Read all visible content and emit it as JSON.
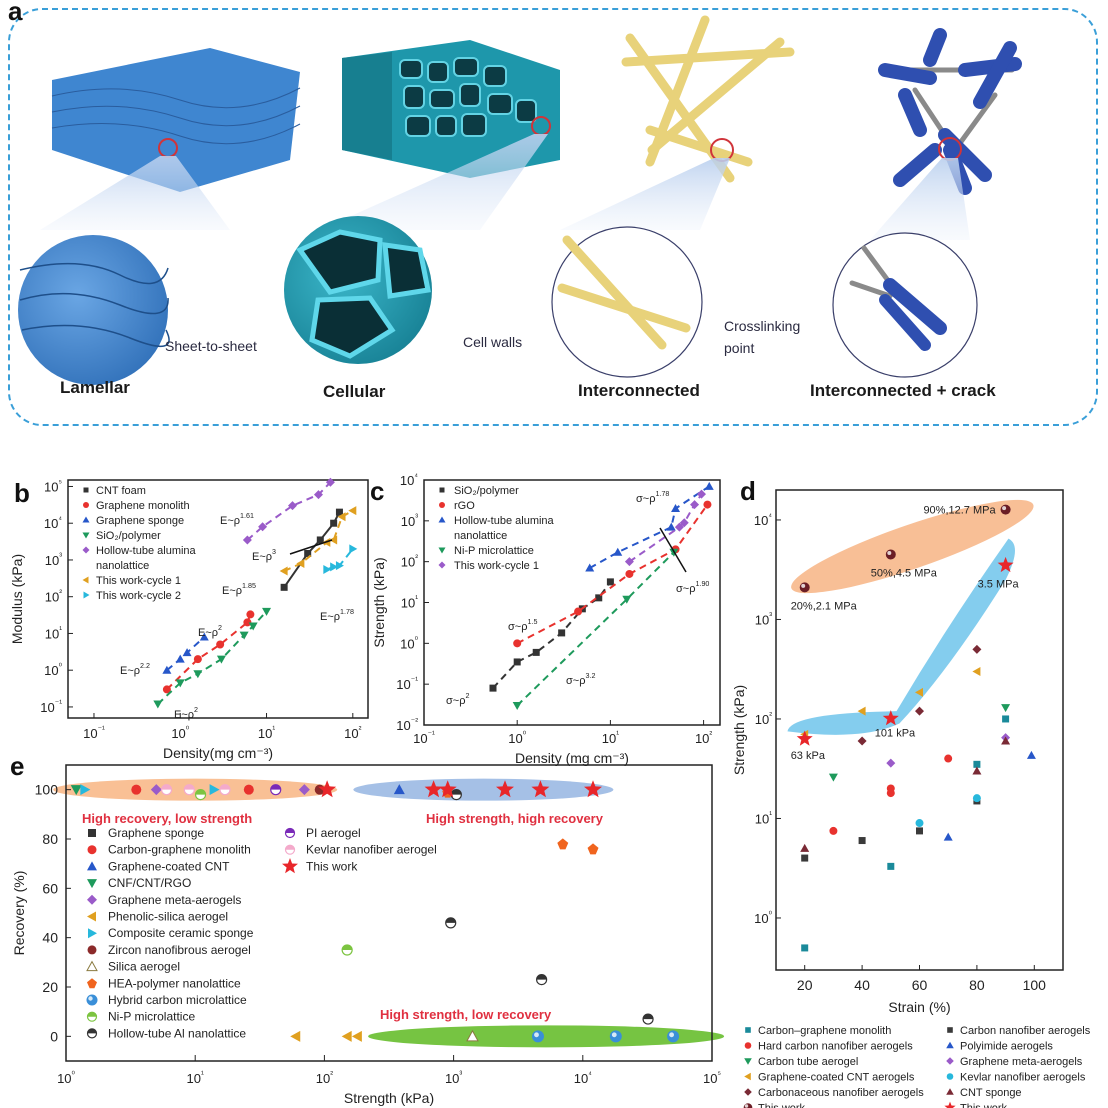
{
  "panel_a": {
    "letter": "a",
    "structures": [
      {
        "title": "Lamellar",
        "annotation": "Sheet-to-sheet",
        "color": "#3f86d0"
      },
      {
        "title": "Cellular",
        "annotation": "Cell walls",
        "color": "#2aa3b8"
      },
      {
        "title": "Interconnected",
        "annotation_line1": "Crosslinking",
        "annotation_line2": "point",
        "color": "#e8d27a"
      },
      {
        "title": "Interconnected + crack",
        "annotation": "",
        "color": "#2f4fb0"
      }
    ],
    "border_color": "#3a9fd8"
  },
  "chart_data": [
    {
      "id": "b",
      "type": "scatter",
      "title": "",
      "xlabel": "Density(mg cm⁻³)",
      "ylabel": "Modulus (kPa)",
      "xscale": "log",
      "yscale": "log",
      "xlim": [
        0.05,
        150
      ],
      "ylim": [
        0.05,
        150000
      ],
      "xticks": [
        "10⁻¹",
        "10⁰",
        "10¹",
        "10²"
      ],
      "yticks": [
        "10⁻¹",
        "10⁰",
        "10¹",
        "10²",
        "10³",
        "10⁴",
        "10⁵"
      ],
      "legend": [
        "CNT foam",
        "Graphene monolith",
        "Graphene sponge",
        "SiO₂/polymer",
        "Hollow-tube alumina nanolattice",
        "This work-cycle 1",
        "This work-cycle 2"
      ],
      "series": [
        {
          "name": "CNT foam",
          "color": "#333333",
          "marker": "square",
          "x": [
            16,
            30,
            42,
            60,
            70
          ],
          "y": [
            180,
            1500,
            3500,
            10000,
            20000
          ]
        },
        {
          "name": "Graphene monolith",
          "color": "#e8322e",
          "marker": "circle",
          "x": [
            0.7,
            1.6,
            2.9,
            6,
            6.5
          ],
          "y": [
            0.3,
            2,
            5,
            20,
            33
          ]
        },
        {
          "name": "Graphene sponge",
          "color": "#2757c9",
          "marker": "triangle-up",
          "x": [
            0.7,
            1,
            1.2,
            1.9
          ],
          "y": [
            1,
            2,
            3,
            8
          ]
        },
        {
          "name": "SiO₂/polymer",
          "color": "#1e9a5c",
          "marker": "triangle-down",
          "x": [
            0.55,
            1,
            1.6,
            3,
            5.5,
            7,
            10
          ],
          "y": [
            0.12,
            0.45,
            0.8,
            2,
            9,
            16,
            40
          ]
        },
        {
          "name": "Hollow-tube alumina nanolattice",
          "color": "#9a5bc9",
          "marker": "diamond",
          "x": [
            6,
            9,
            20,
            40,
            55
          ],
          "y": [
            3500,
            8000,
            30000,
            60000,
            130000
          ]
        },
        {
          "name": "This work-cycle 1",
          "color": "#e0a020",
          "marker": "triangle-left",
          "x": [
            16,
            25,
            50,
            60,
            75,
            100
          ],
          "y": [
            500,
            800,
            3000,
            3500,
            15000,
            22000
          ]
        },
        {
          "name": "This work-cycle 2",
          "color": "#27b8dc",
          "marker": "triangle-right",
          "x": [
            50,
            60,
            70,
            100
          ],
          "y": [
            550,
            650,
            700,
            2000
          ]
        }
      ],
      "annotations": [
        "E~ρ¹·⁶¹",
        "E~ρ³",
        "E~ρ¹·⁸⁵",
        "E~ρ¹·⁷⁸",
        "E~ρ²",
        "E~ρ²·²",
        "E~ρ²"
      ]
    },
    {
      "id": "c",
      "type": "scatter",
      "title": "",
      "xlabel": "Density (mg cm⁻³)",
      "ylabel": "Strength (kPa)",
      "xscale": "log",
      "yscale": "log",
      "xlim": [
        0.1,
        150
      ],
      "ylim": [
        0.01,
        10000
      ],
      "xticks": [
        "10⁻¹",
        "10⁰",
        "10¹",
        "10²"
      ],
      "yticks": [
        "10⁻²",
        "10⁻¹",
        "10⁰",
        "10¹",
        "10²",
        "10³",
        "10⁴"
      ],
      "legend": [
        "SiO₂/polymer",
        "rGO",
        "Hollow-tube alumina nanolattice",
        "Ni-P microlattice",
        "This work-cycle 1"
      ],
      "series": [
        {
          "name": "SiO₂/polymer",
          "color": "#333333",
          "marker": "square",
          "x": [
            0.55,
            1,
            1.6,
            3,
            5,
            7.5,
            10
          ],
          "y": [
            0.08,
            0.35,
            0.6,
            1.8,
            7,
            13,
            32
          ]
        },
        {
          "name": "rGO",
          "color": "#e8322e",
          "marker": "circle",
          "x": [
            1,
            4.5,
            16,
            50,
            110
          ],
          "y": [
            1,
            6,
            50,
            200,
            2500
          ]
        },
        {
          "name": "Hollow-tube alumina nanolattice",
          "color": "#2757c9",
          "marker": "triangle-up",
          "x": [
            6,
            12,
            45,
            50,
            115
          ],
          "y": [
            70,
            170,
            700,
            2000,
            7000
          ]
        },
        {
          "name": "Ni-P microlattice",
          "color": "#1e9a5c",
          "marker": "triangle-down",
          "x": [
            1,
            15,
            48
          ],
          "y": [
            0.03,
            12,
            170
          ]
        },
        {
          "name": "This work-cycle 1",
          "color": "#9a5bc9",
          "marker": "diamond",
          "x": [
            16,
            55,
            62,
            80,
            95
          ],
          "y": [
            100,
            700,
            900,
            2500,
            4500
          ]
        }
      ],
      "annotations": [
        "σ~ρ¹·⁷⁸",
        "σ~ρ¹·⁹⁰",
        "σ~ρ¹·⁵",
        "σ~ρ³·²",
        "σ~ρ²"
      ]
    },
    {
      "id": "d",
      "type": "scatter",
      "title": "",
      "xlabel": "Strain (%)",
      "ylabel": "Strength (kPa)",
      "xscale": "linear",
      "yscale": "log",
      "xlim": [
        10,
        110
      ],
      "ylim": [
        0.3,
        20000
      ],
      "xticks": [
        "20",
        "40",
        "60",
        "80",
        "100"
      ],
      "yticks": [
        "10⁰",
        "10¹",
        "10²",
        "10³",
        "10⁴"
      ],
      "legend": [
        "Carbon–graphene monolith",
        "Carbon nanofiber aerogels",
        "Hard carbon nanofiber aerogels",
        "Polyimide aerogels",
        "Carbon tube aerogel",
        "Graphene meta-aerogels",
        "Graphene-coated CNT aerogels",
        "Kevlar nanofiber aerogels",
        "Carbonaceous nanofiber aerogels",
        "CNT sponge",
        "This work",
        "This work"
      ],
      "series": [
        {
          "name": "Carbon–graphene monolith",
          "color": "#1a8a9a",
          "marker": "square",
          "x": [
            20,
            50,
            80,
            90
          ],
          "y": [
            0.5,
            3.3,
            35,
            100
          ]
        },
        {
          "name": "Carbon nanofiber aerogels",
          "color": "#3a3a3a",
          "marker": "square",
          "x": [
            20,
            40,
            60,
            80
          ],
          "y": [
            4,
            6,
            7.5,
            15
          ]
        },
        {
          "name": "Hard carbon nanofiber aerogels",
          "color": "#e8322e",
          "marker": "circle",
          "x": [
            30,
            50,
            50,
            70
          ],
          "y": [
            7.5,
            18,
            20,
            40
          ]
        },
        {
          "name": "Polyimide aerogels",
          "color": "#2757c9",
          "marker": "triangle-up",
          "x": [
            70,
            99
          ],
          "y": [
            6.5,
            43
          ]
        },
        {
          "name": "Carbon tube aerogel",
          "color": "#1e9a5c",
          "marker": "triangle-down",
          "x": [
            30,
            90
          ],
          "y": [
            26,
            130
          ]
        },
        {
          "name": "Graphene meta-aerogels",
          "color": "#9a5bc9",
          "marker": "diamond",
          "x": [
            50,
            90
          ],
          "y": [
            36,
            65
          ]
        },
        {
          "name": "Graphene-coated CNT aerogels",
          "color": "#e0a020",
          "marker": "triangle-left",
          "x": [
            20,
            40,
            60,
            80
          ],
          "y": [
            70,
            120,
            185,
            300
          ]
        },
        {
          "name": "Kevlar nanofiber aerogels",
          "color": "#27b8dc",
          "marker": "circle",
          "x": [
            60,
            80
          ],
          "y": [
            9,
            16
          ]
        },
        {
          "name": "Carbonaceous nanofiber aerogels",
          "color": "#7a2a35",
          "marker": "diamond",
          "x": [
            40,
            60,
            80
          ],
          "y": [
            60,
            120,
            500
          ]
        },
        {
          "name": "CNT sponge",
          "color": "#7a2a35",
          "marker": "triangle-up",
          "x": [
            20,
            80,
            90
          ],
          "y": [
            5,
            30,
            60
          ]
        },
        {
          "name": "This work (sphere)",
          "color": "#6b1e26",
          "marker": "sphere",
          "x": [
            20,
            50,
            90
          ],
          "y": [
            2100,
            4500,
            12700
          ]
        },
        {
          "name": "This work (star)",
          "color": "#e8262a",
          "marker": "star",
          "x": [
            20,
            50,
            90
          ],
          "y": [
            63,
            101,
            3500
          ]
        }
      ],
      "annotations": [
        "90%,12.7 MPa",
        "50%,4.5 MPa",
        "20%,2.1 MPa",
        "3.5 MPa",
        "101 kPa",
        "63 kPa"
      ]
    },
    {
      "id": "e",
      "type": "scatter",
      "title": "",
      "xlabel": "Strength (kPa)",
      "ylabel": "Recovery (%)",
      "xscale": "log",
      "yscale": "linear",
      "xlim": [
        1,
        100000
      ],
      "ylim": [
        -10,
        110
      ],
      "xticks": [
        "10⁰",
        "10¹",
        "10²",
        "10³",
        "10⁴",
        "10⁵"
      ],
      "yticks": [
        "0",
        "20",
        "40",
        "60",
        "80",
        "100"
      ],
      "legend": [
        "Graphene sponge",
        "Carbon-graphene monolith",
        "Graphene-coated CNT",
        "CNF/CNT/RGO",
        "Graphene meta-aerogels",
        "Phenolic-silica aerogel",
        "Composite ceramic sponge",
        "Zircon nanofibrous aerogel",
        "Silica aerogel",
        "HEA-polymer nanolattice",
        "Hybrid carbon microlattice",
        "Ni-P microlattice",
        "Hollow-tube Al nanolattice",
        "PI aerogel",
        "Kevlar nanofiber aerogel",
        "This work"
      ],
      "series": [
        {
          "name": "Graphene sponge",
          "color": "#333333",
          "marker": "square",
          "x": [],
          "y": []
        },
        {
          "name": "Carbon-graphene monolith",
          "color": "#e8322e",
          "marker": "circle",
          "x": [
            3.5,
            26
          ],
          "y": [
            100,
            100
          ]
        },
        {
          "name": "Graphene-coated CNT",
          "color": "#2757c9",
          "marker": "triangle-up",
          "x": [
            380
          ],
          "y": [
            100
          ]
        },
        {
          "name": "CNF/CNT/RGO",
          "color": "#1e9a5c",
          "marker": "triangle-down",
          "x": [
            1.2
          ],
          "y": [
            100
          ]
        },
        {
          "name": "Graphene meta-aerogels",
          "color": "#9a5bc9",
          "marker": "diamond",
          "x": [
            5,
            70
          ],
          "y": [
            100,
            100
          ]
        },
        {
          "name": "Phenolic-silica aerogel",
          "color": "#e0a020",
          "marker": "triangle-left",
          "x": [
            60,
            150,
            180
          ],
          "y": [
            0,
            0,
            0
          ]
        },
        {
          "name": "Composite ceramic sponge",
          "color": "#27b8dc",
          "marker": "triangle-right",
          "x": [
            1.4,
            14
          ],
          "y": [
            100,
            100
          ]
        },
        {
          "name": "Zircon nanofibrous aerogel",
          "color": "#8b2a2a",
          "marker": "circle",
          "x": [
            92
          ],
          "y": [
            100
          ]
        },
        {
          "name": "Silica aerogel",
          "color": "#ffffff",
          "marker": "triangle-up-open",
          "x": [
            1400
          ],
          "y": [
            0
          ]
        },
        {
          "name": "HEA-polymer nanolattice",
          "color": "#f0641e",
          "marker": "pentagon",
          "x": [
            900,
            7000,
            12000
          ],
          "y": [
            99,
            78,
            76
          ]
        },
        {
          "name": "Hybrid carbon microlattice",
          "color": "#3a8fd8",
          "marker": "sphere",
          "x": [
            4500,
            18000,
            50000
          ],
          "y": [
            0,
            0,
            0
          ]
        },
        {
          "name": "Ni-P microlattice",
          "color": "#7cc440",
          "marker": "half-circle",
          "x": [
            11,
            150
          ],
          "y": [
            98,
            35
          ]
        },
        {
          "name": "Hollow-tube Al nanolattice",
          "color": "#333333",
          "marker": "half-circle",
          "x": [
            1050,
            950,
            4800,
            32000
          ],
          "y": [
            98,
            46,
            23,
            7
          ]
        },
        {
          "name": "PI aerogel",
          "color": "#7a2ab8",
          "marker": "half-circle",
          "x": [
            42
          ],
          "y": [
            100
          ]
        },
        {
          "name": "Kevlar nanofiber aerogel",
          "color": "#f4aacb",
          "marker": "half-circle",
          "x": [
            6,
            9,
            17
          ],
          "y": [
            100,
            100,
            100
          ]
        },
        {
          "name": "This work",
          "color": "#e8262a",
          "marker": "star",
          "x": [
            105,
            700,
            900,
            2500,
            4700,
            12000
          ],
          "y": [
            100,
            100,
            100,
            100,
            100,
            100
          ]
        }
      ],
      "annotations": [
        "High recovery, low strength",
        "High strength, high recovery",
        "High strength, low recovery"
      ]
    }
  ]
}
